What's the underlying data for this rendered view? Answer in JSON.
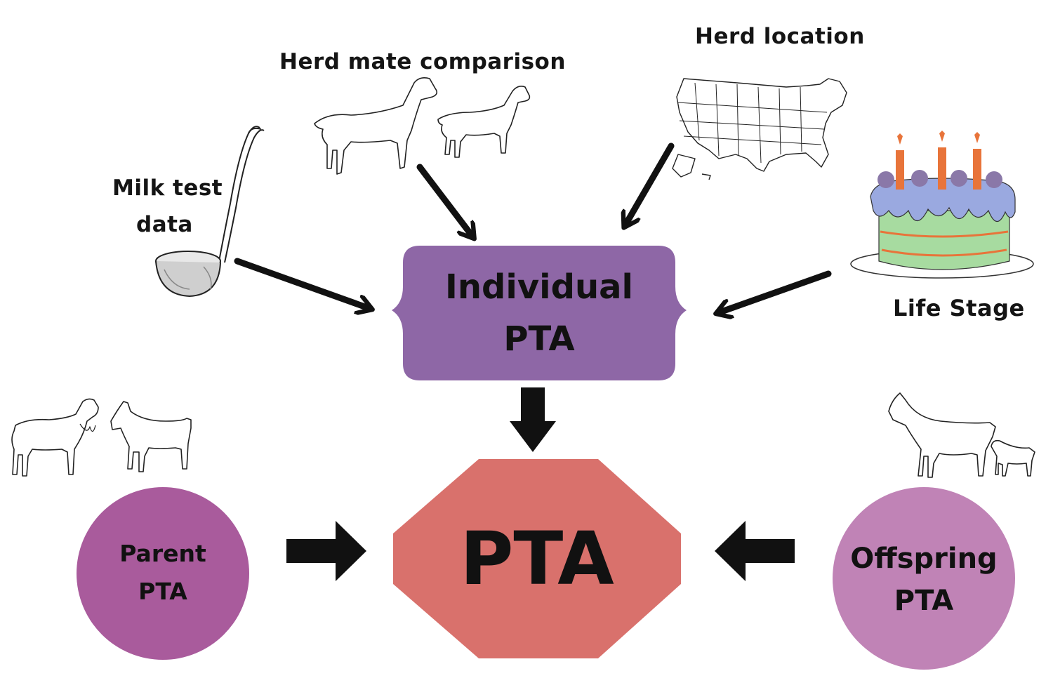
{
  "labels": {
    "milk_test": "Milk test",
    "milk_test_2": "data",
    "herd_mate": "Herd mate comparison",
    "herd_location": "Herd location",
    "life_stage": "Life Stage",
    "individual_line1": "Individual",
    "individual_line2": "PTA",
    "pta": "PTA",
    "parent_line1": "Parent",
    "parent_line2": "PTA",
    "offspring_line1": "Offspring",
    "offspring_line2": "PTA"
  },
  "colors": {
    "individual_box": "#8e67a6",
    "pta_octagon": "#d9716c",
    "parent_circle": "#a95b9c",
    "offspring_circle": "#c083b6",
    "arrow": "#111111",
    "cake_frosting": "#9aa9e0",
    "cake_body": "#a7dba0",
    "cake_trim": "#e8743a",
    "candle": "#e8743a",
    "candle_ball": "#8a78a8"
  },
  "icons": [
    "ladle-icon",
    "goat-pair-icon",
    "usa-map-icon",
    "birthday-cake-icon",
    "goat-parents-icon",
    "goat-offspring-icon"
  ]
}
